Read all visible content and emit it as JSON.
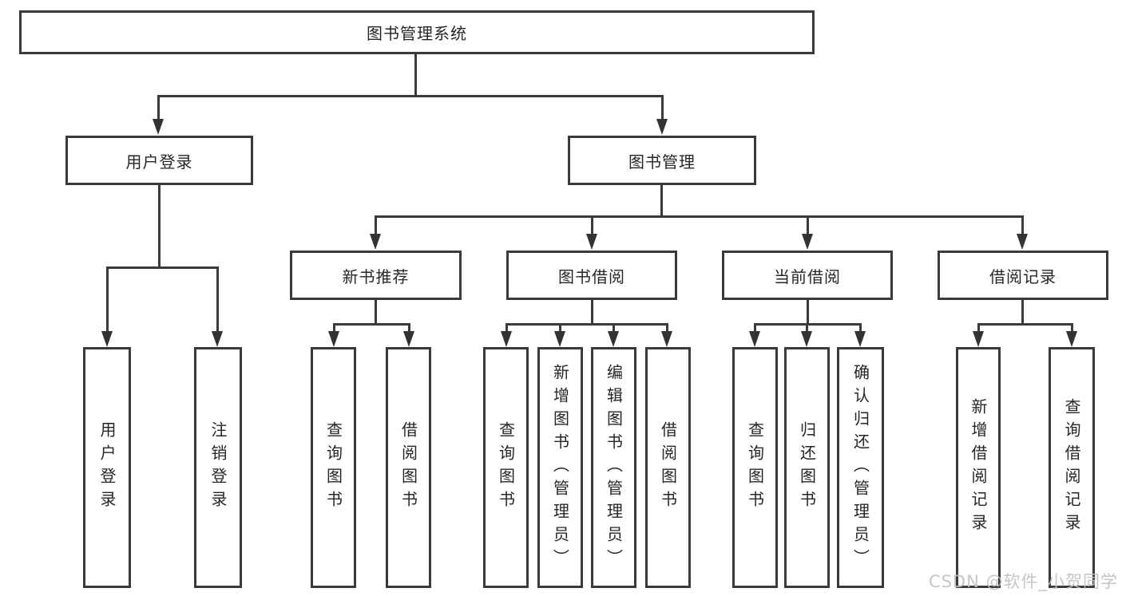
{
  "colors": {
    "background": "#ffffff",
    "line": "#3a3a3a",
    "text": "#262626",
    "watermark": "#c1c1c1"
  },
  "watermark": {
    "text": "CSDN @软件_小贺同学"
  },
  "tree": {
    "root": {
      "label": "图书管理系统",
      "children": [
        {
          "label": "用户登录",
          "children": [
            {
              "label": "用户登录"
            },
            {
              "label": "注销登录"
            }
          ]
        },
        {
          "label": "图书管理",
          "children": [
            {
              "label": "新书推荐",
              "children": [
                {
                  "label": "查询图书"
                },
                {
                  "label": "借阅图书"
                }
              ]
            },
            {
              "label": "图书借阅",
              "children": [
                {
                  "label": "查询图书"
                },
                {
                  "label": "新增图书（管理员）"
                },
                {
                  "label": "编辑图书（管理员）"
                },
                {
                  "label": "借阅图书"
                }
              ]
            },
            {
              "label": "当前借阅",
              "children": [
                {
                  "label": "查询图书"
                },
                {
                  "label": "归还图书"
                },
                {
                  "label": "确认归还（管理员）"
                }
              ]
            },
            {
              "label": "借阅记录",
              "children": [
                {
                  "label": "新增借阅记录"
                },
                {
                  "label": "查询借阅记录"
                }
              ]
            }
          ]
        }
      ]
    }
  }
}
